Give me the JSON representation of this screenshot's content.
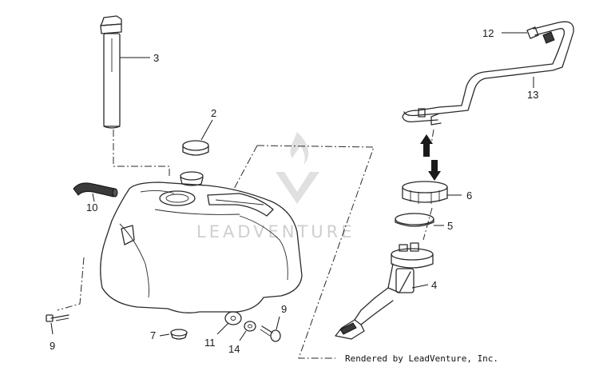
{
  "watermark": {
    "brand": "LEADVENTURE"
  },
  "credit": "Rendered by LeadVenture, Inc.",
  "callouts": [
    {
      "id": "p1",
      "label": "3"
    },
    {
      "id": "p2",
      "label": "2"
    },
    {
      "id": "p3",
      "label": "10"
    },
    {
      "id": "p4",
      "label": "12"
    },
    {
      "id": "p5",
      "label": "13"
    },
    {
      "id": "p6",
      "label": "6"
    },
    {
      "id": "p7",
      "label": "5"
    },
    {
      "id": "p8",
      "label": "4"
    },
    {
      "id": "p9",
      "label": "9"
    },
    {
      "id": "p10",
      "label": "7"
    },
    {
      "id": "p11",
      "label": "11"
    },
    {
      "id": "p12",
      "label": "14"
    },
    {
      "id": "p13",
      "label": "9"
    }
  ],
  "colors": {
    "line": "#2a2a2a",
    "watermark": "#cfcfcf",
    "background": "#ffffff"
  }
}
